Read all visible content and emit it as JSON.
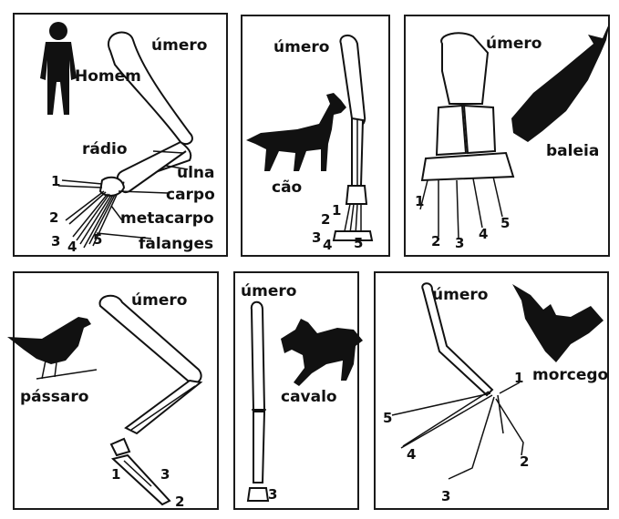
{
  "panels": {
    "homem": {
      "animal": "Homem",
      "bone_labels": [
        "úmero",
        "rádio",
        "ulna",
        "carpo",
        "metacarpo",
        "falanges"
      ],
      "digits": [
        "1",
        "2",
        "3",
        "4",
        "5"
      ]
    },
    "cao": {
      "animal": "cão",
      "bone_labels": [
        "úmero"
      ],
      "digits": [
        "1",
        "2",
        "3",
        "4",
        "5"
      ]
    },
    "baleia": {
      "animal": "baleia",
      "bone_labels": [
        "úmero"
      ],
      "digits": [
        "1",
        "2",
        "3",
        "4",
        "5"
      ]
    },
    "passaro": {
      "animal": "pássaro",
      "bone_labels": [
        "úmero"
      ],
      "digits": [
        "1",
        "3",
        "2"
      ]
    },
    "cavalo": {
      "animal": "cavalo",
      "bone_labels": [
        "úmero"
      ],
      "digits": [
        "3"
      ]
    },
    "morcego": {
      "animal": "morcego",
      "bone_labels": [
        "úmero"
      ],
      "digits": [
        "1",
        "2",
        "3",
        "4",
        "5"
      ]
    }
  }
}
